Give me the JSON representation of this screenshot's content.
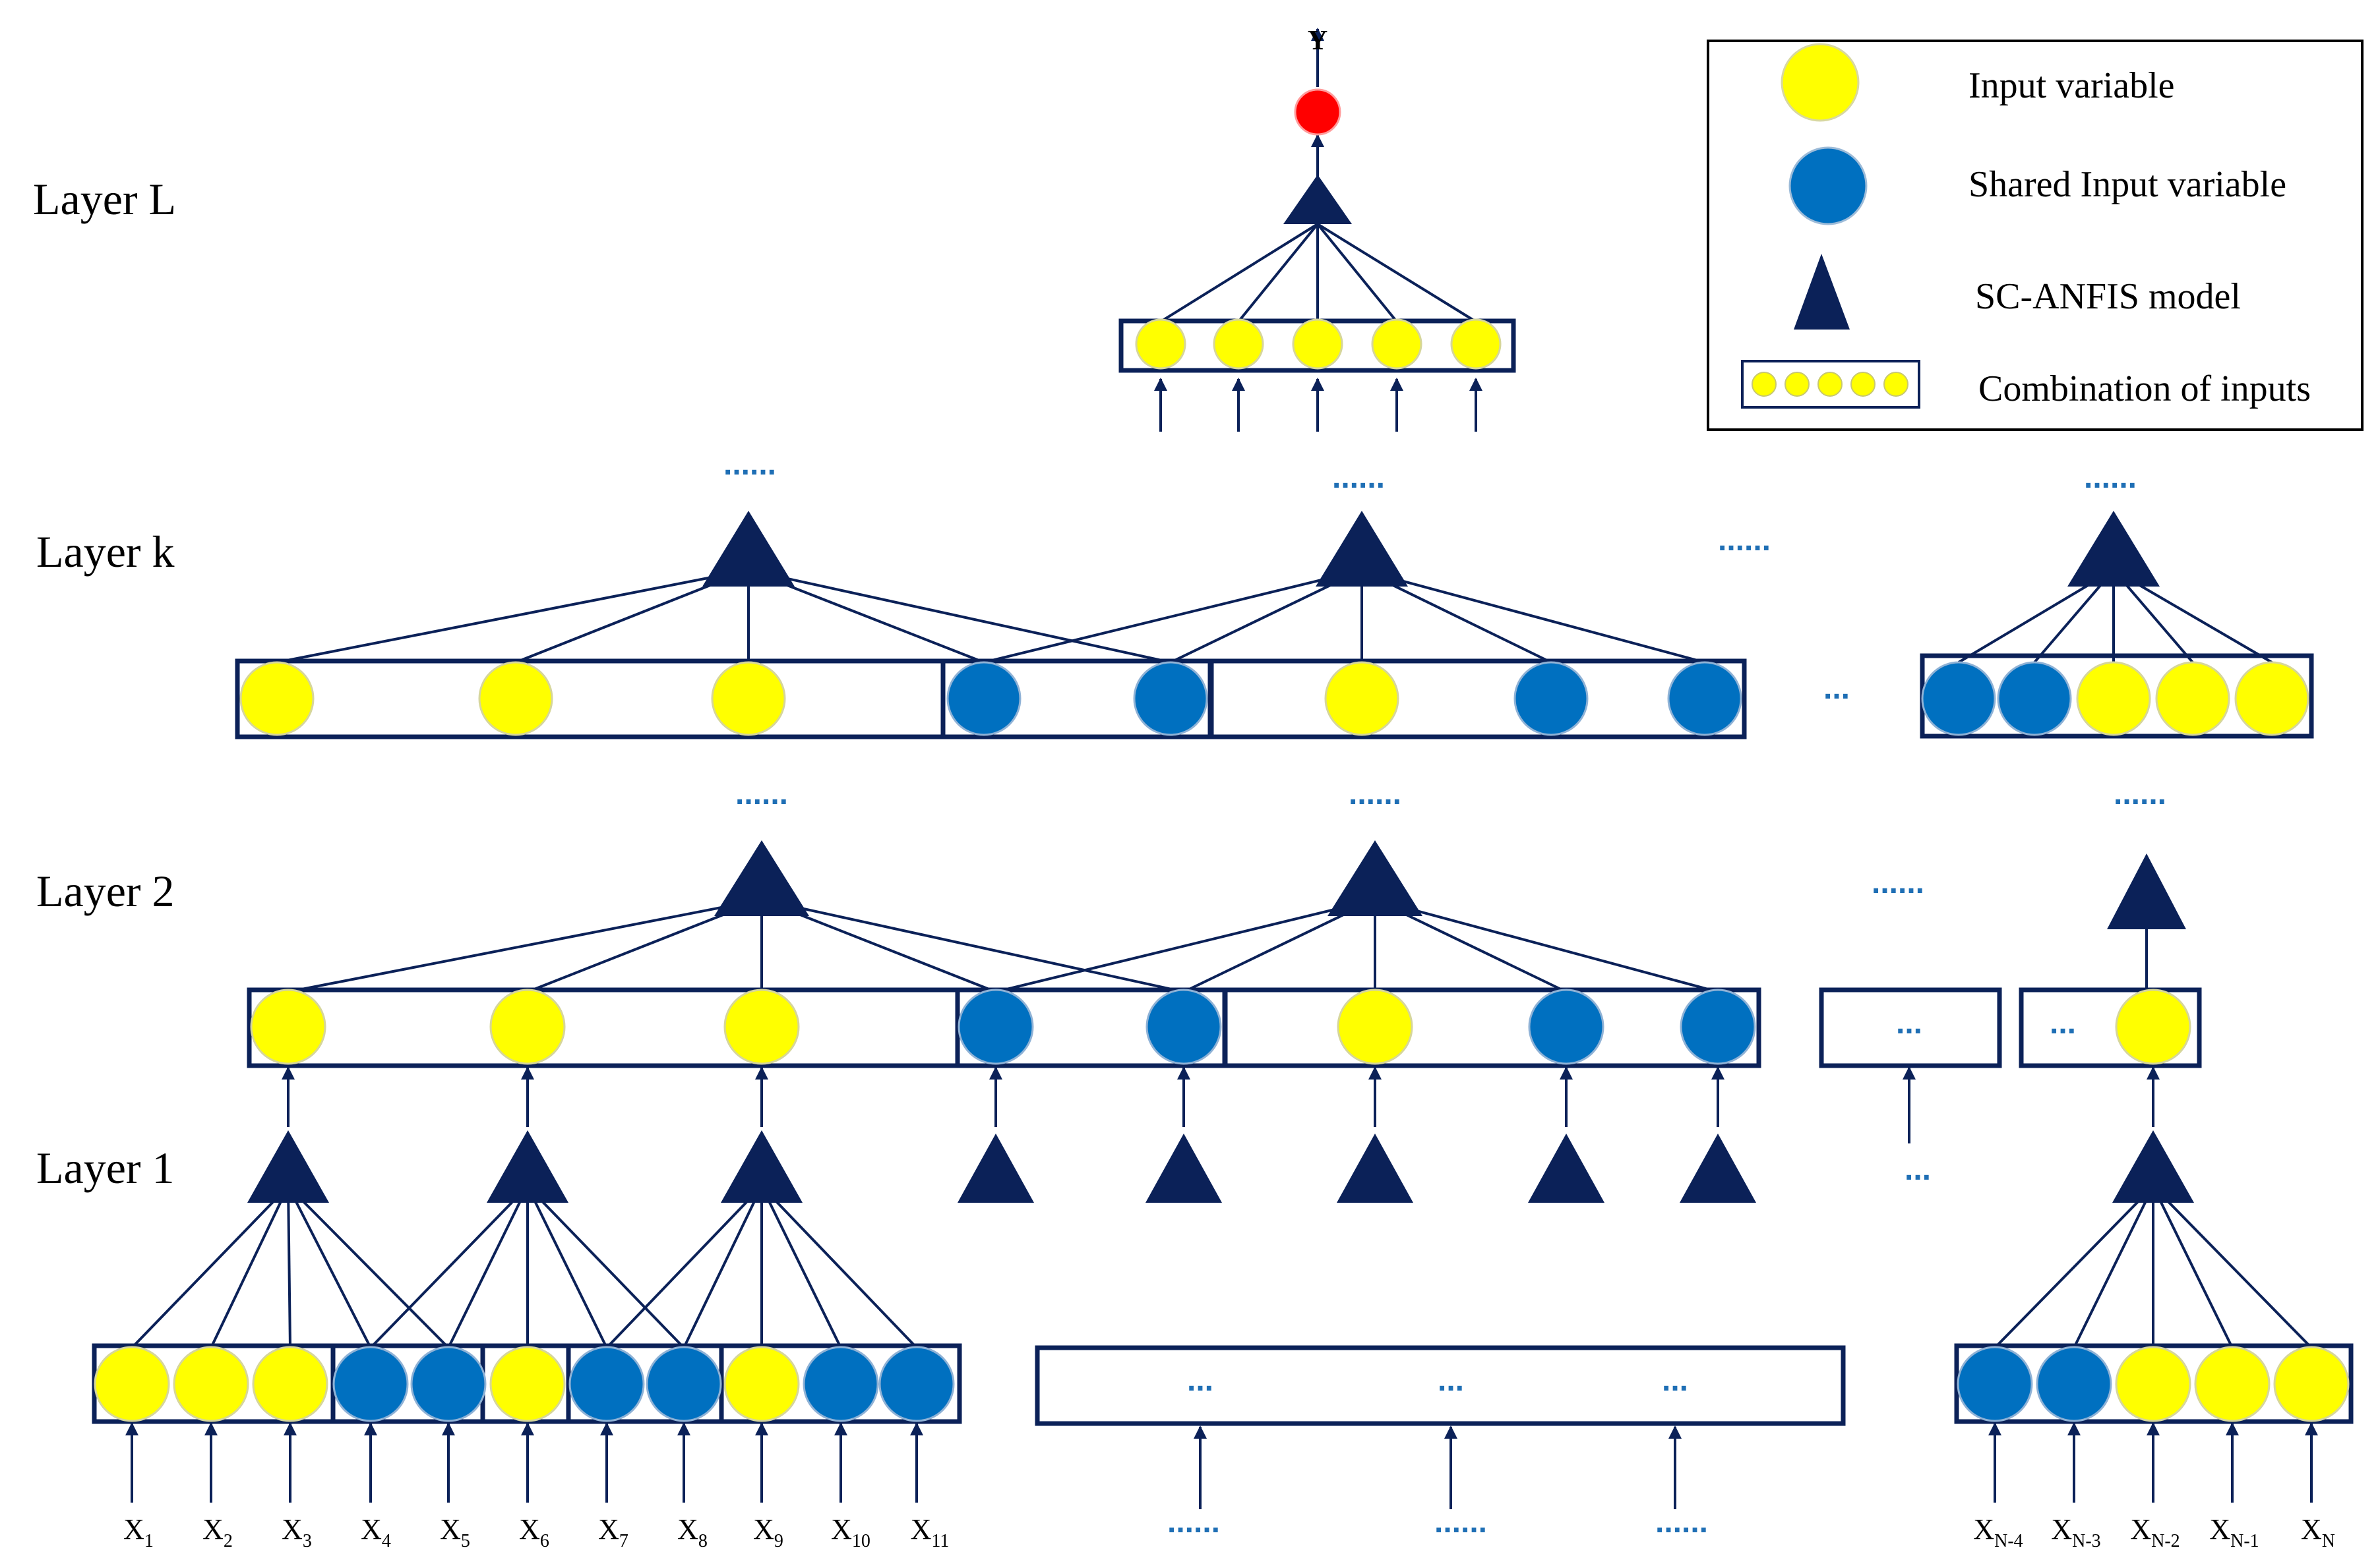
{
  "colors": {
    "yellow": "#ffff00",
    "blue": "#0070c0",
    "red": "#ff0000",
    "navy": "#0b2158",
    "dots": "#1f6fb5"
  },
  "layers": {
    "L": "Layer L",
    "k": "Layer k",
    "two": "Layer 2",
    "one": "Layer 1"
  },
  "output_label": "Y",
  "legend": {
    "input_variable": "Input variable",
    "shared_input_variable": "Shared Input variable",
    "model": "SC-ANFIS  model",
    "combination": "Combination of inputs"
  },
  "ellipsis_long": "......",
  "ellipsis_short": "...",
  "inputs": {
    "x1": {
      "base": "X",
      "sub": "1"
    },
    "x2": {
      "base": "X",
      "sub": "2"
    },
    "x3": {
      "base": "X",
      "sub": "3"
    },
    "x4": {
      "base": "X",
      "sub": "4"
    },
    "x5": {
      "base": "X",
      "sub": "5"
    },
    "x6": {
      "base": "X",
      "sub": "6"
    },
    "x7": {
      "base": "X",
      "sub": "7"
    },
    "x8": {
      "base": "X",
      "sub": "8"
    },
    "x9": {
      "base": "X",
      "sub": "9"
    },
    "x10": {
      "base": "X",
      "sub": "10"
    },
    "x11": {
      "base": "X",
      "sub": "11"
    },
    "xn4": {
      "base": "X",
      "sub": "N-4"
    },
    "xn3": {
      "base": "X",
      "sub": "N-3"
    },
    "xn2": {
      "base": "X",
      "sub": "N-2"
    },
    "xn1": {
      "base": "X",
      "sub": "N-1"
    },
    "xn": {
      "base": "X",
      "sub": "N"
    }
  }
}
